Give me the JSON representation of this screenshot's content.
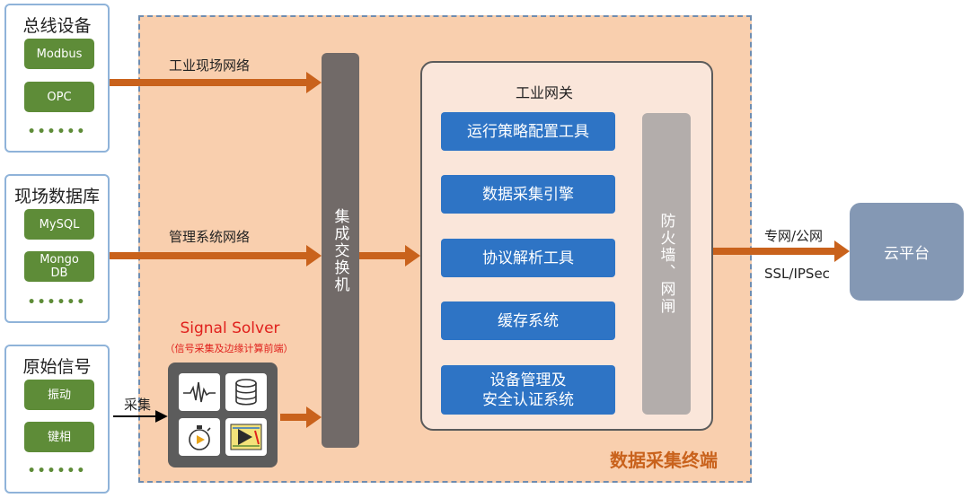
{
  "sources": {
    "bus": {
      "title": "总线设备",
      "items": [
        "Modbus",
        "OPC"
      ],
      "dots": "••••••"
    },
    "db": {
      "title": "现场数据库",
      "items": [
        "MySQL",
        "Mongo\nDB"
      ],
      "dots": "••••••"
    },
    "raw": {
      "title": "原始信号",
      "items": [
        "振动",
        "键相"
      ],
      "dots": "••••••"
    }
  },
  "edges": {
    "industrial_network": "工业现场网络",
    "management_network": "管理系统网络",
    "collect": "采集",
    "private_public": "专网/公网",
    "ssl": "SSL/IPSec"
  },
  "signal_solver": {
    "title": "Signal Solver",
    "subtitle": "（信号采集及边缘计算前端）",
    "tiles": [
      "waveform-icon",
      "database-icon",
      "stopwatch-icon",
      "labview-icon"
    ]
  },
  "switch": {
    "label": "集成交换机"
  },
  "gateway": {
    "title": "工业网关",
    "modules": [
      "运行策略配置工具",
      "数据采集引擎",
      "协议解析工具",
      "缓存系统",
      "设备管理及\n安全认证系统"
    ],
    "firewall": "防火墙、网闸"
  },
  "terminal": {
    "title": "数据采集终端"
  },
  "cloud": {
    "label": "云平台"
  },
  "colors": {
    "arrow": "#c9621c",
    "green": "#5e8c38",
    "blue": "#2e74c5",
    "terminal_bg": "#f9cfae",
    "signal_red": "#e0201c"
  }
}
